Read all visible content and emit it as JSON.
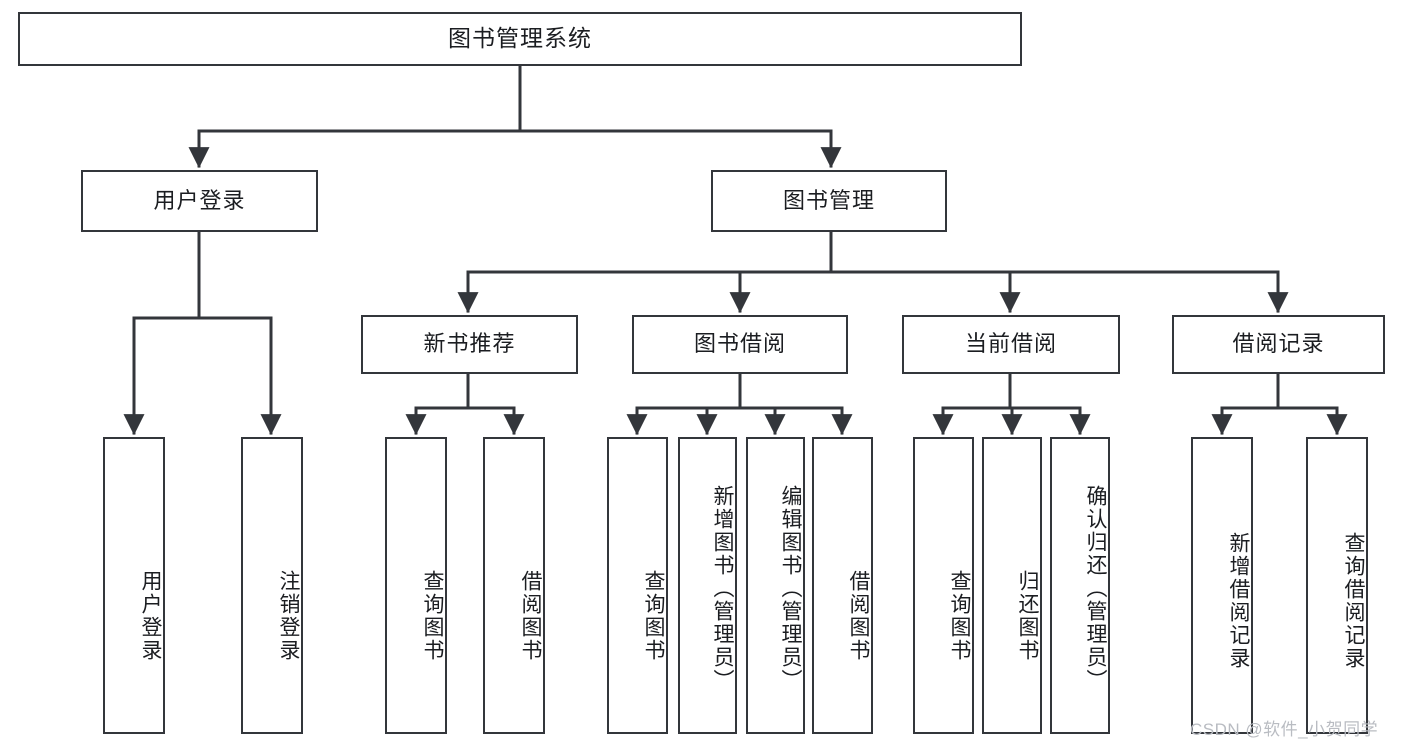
{
  "diagram": {
    "title": "图书管理系统",
    "watermark": "CSDN @软件_小贺同学",
    "colors": {
      "box_border": "#33363b",
      "box_fill": "#ffffff",
      "connector": "#33363b",
      "text": "#1b1d21",
      "watermark": "#b9bcc2",
      "background": "#ffffff"
    },
    "levels": {
      "level1": [
        {
          "id": "root",
          "label": "图书管理系统"
        }
      ],
      "level2": [
        {
          "id": "user-login",
          "label": "用户登录"
        },
        {
          "id": "book-manage",
          "label": "图书管理"
        }
      ],
      "level3": [
        {
          "id": "new-book-recommend",
          "label": "新书推荐",
          "parent": "book-manage"
        },
        {
          "id": "book-borrow",
          "label": "图书借阅",
          "parent": "book-manage"
        },
        {
          "id": "current-borrow",
          "label": "当前借阅",
          "parent": "book-manage"
        },
        {
          "id": "borrow-record",
          "label": "借阅记录",
          "parent": "book-manage"
        }
      ],
      "level4": [
        {
          "id": "leaf-user-login",
          "label": "用户登录",
          "parent": "user-login"
        },
        {
          "id": "leaf-logout-login",
          "label": "注销登录",
          "parent": "user-login"
        },
        {
          "id": "leaf-query-book-1",
          "label": "查询图书",
          "parent": "new-book-recommend"
        },
        {
          "id": "leaf-borrow-book-1",
          "label": "借阅图书",
          "parent": "new-book-recommend"
        },
        {
          "id": "leaf-query-book-2",
          "label": "查询图书",
          "parent": "book-borrow"
        },
        {
          "id": "leaf-add-book",
          "label": "新增图书（管理员）",
          "parent": "book-borrow"
        },
        {
          "id": "leaf-edit-book",
          "label": "编辑图书（管理员）",
          "parent": "book-borrow"
        },
        {
          "id": "leaf-borrow-book-2",
          "label": "借阅图书",
          "parent": "book-borrow"
        },
        {
          "id": "leaf-query-book-3",
          "label": "查询图书",
          "parent": "current-borrow"
        },
        {
          "id": "leaf-return-book",
          "label": "归还图书",
          "parent": "current-borrow"
        },
        {
          "id": "leaf-confirm-return",
          "label": "确认归还（管理员）",
          "parent": "current-borrow"
        },
        {
          "id": "leaf-add-record",
          "label": "新增借阅记录",
          "parent": "borrow-record"
        },
        {
          "id": "leaf-query-record",
          "label": "查询借阅记录",
          "parent": "borrow-record"
        }
      ]
    }
  }
}
